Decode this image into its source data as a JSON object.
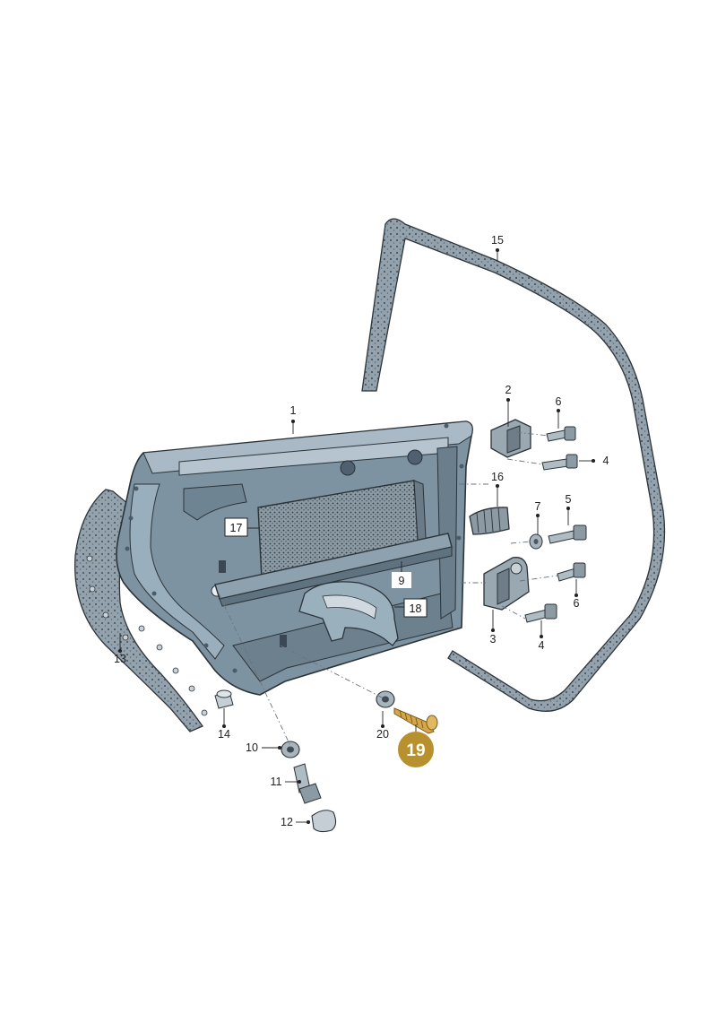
{
  "callouts": [
    {
      "id": "1",
      "label": "1"
    },
    {
      "id": "2",
      "label": "2"
    },
    {
      "id": "3",
      "label": "3"
    },
    {
      "id": "4a",
      "label": "4"
    },
    {
      "id": "4b",
      "label": "4"
    },
    {
      "id": "5",
      "label": "5"
    },
    {
      "id": "6a",
      "label": "6"
    },
    {
      "id": "6b",
      "label": "6"
    },
    {
      "id": "7",
      "label": "7"
    },
    {
      "id": "9",
      "label": "9"
    },
    {
      "id": "10",
      "label": "10"
    },
    {
      "id": "11",
      "label": "11"
    },
    {
      "id": "12",
      "label": "12"
    },
    {
      "id": "13",
      "label": "13"
    },
    {
      "id": "14",
      "label": "14"
    },
    {
      "id": "15",
      "label": "15"
    },
    {
      "id": "16",
      "label": "16"
    },
    {
      "id": "17",
      "label": "17"
    },
    {
      "id": "18",
      "label": "18"
    },
    {
      "id": "20",
      "label": "20"
    }
  ],
  "highlight": {
    "label": "19",
    "color": "#b8902e"
  },
  "colors": {
    "door_fill": "#7e93a1",
    "door_dark": "#5d7180",
    "door_light": "#a9bac6",
    "seal_fill": "#8a9aa6",
    "part_fill": "#9aa8b2",
    "outline": "#2b3338"
  }
}
